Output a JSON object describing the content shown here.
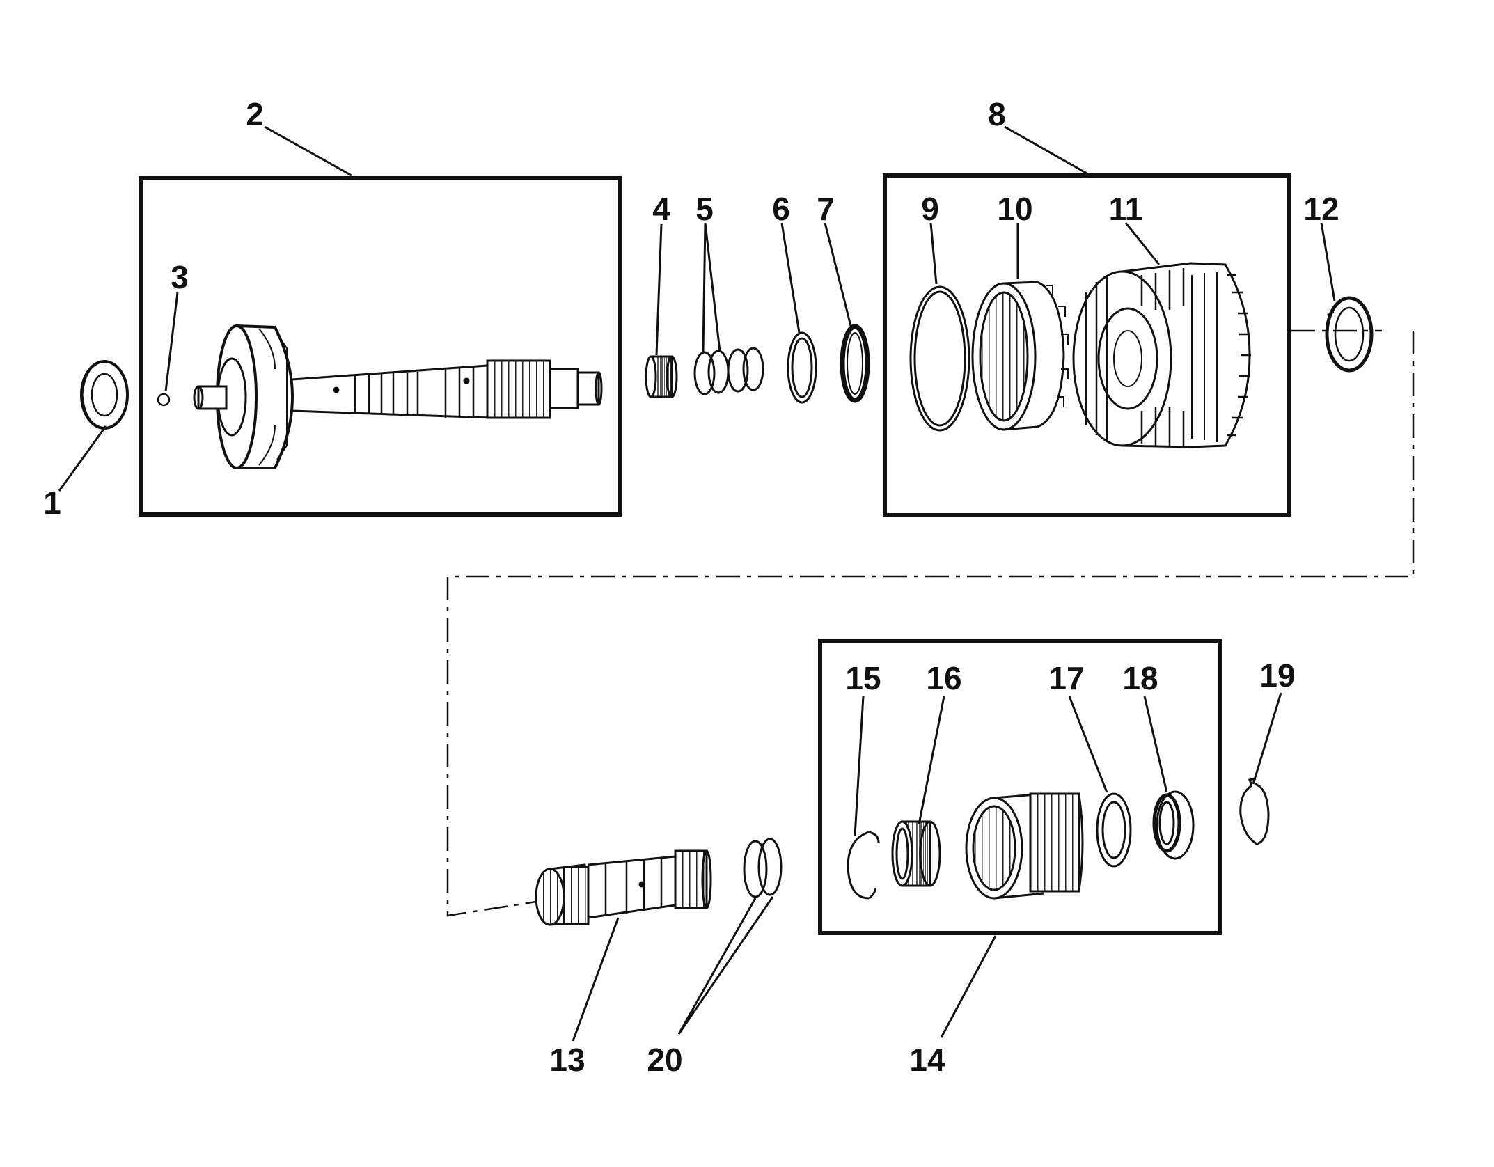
{
  "callouts": {
    "c1": "1",
    "c2": "2",
    "c3": "3",
    "c4": "4",
    "c5": "5",
    "c6": "6",
    "c7": "7",
    "c8": "8",
    "c9": "9",
    "c10": "10",
    "c11": "11",
    "c12": "12",
    "c13": "13",
    "c14": "14",
    "c15": "15",
    "c16": "16",
    "c17": "17",
    "c18": "18",
    "c19": "19",
    "c20": "20"
  },
  "colors": {
    "ink": "#111111",
    "background": "#ffffff",
    "hatch": "#444444"
  }
}
